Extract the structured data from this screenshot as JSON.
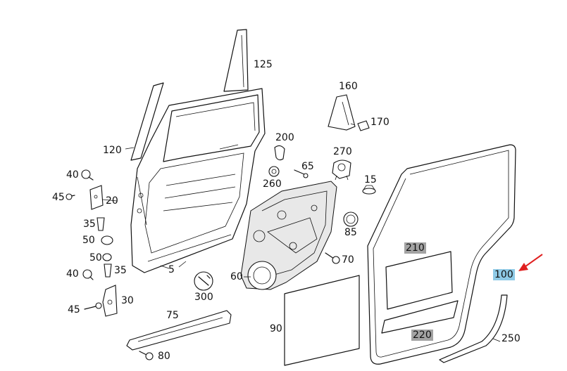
{
  "labels": {
    "p125": "125",
    "p160": "160",
    "p170": "170",
    "p120": "120",
    "p200": "200",
    "p270": "270",
    "p65": "65",
    "p40a": "40",
    "p45a": "45",
    "p20": "20",
    "p260": "260",
    "p15": "15",
    "p35a": "35",
    "p85": "85",
    "p50a": "50",
    "p210": "210",
    "p50b": "50",
    "p70": "70",
    "p35b": "35",
    "p40b": "40",
    "p5": "5",
    "p60": "60",
    "p100": "100",
    "p300": "300",
    "p30": "30",
    "p45b": "45",
    "p75": "75",
    "p90": "90",
    "p220": "220",
    "p250": "250",
    "p80": "80"
  },
  "highlight_colors": {
    "gray": "#a3a3a3",
    "blue": "#8ecae6",
    "arrow": "#e02020"
  }
}
